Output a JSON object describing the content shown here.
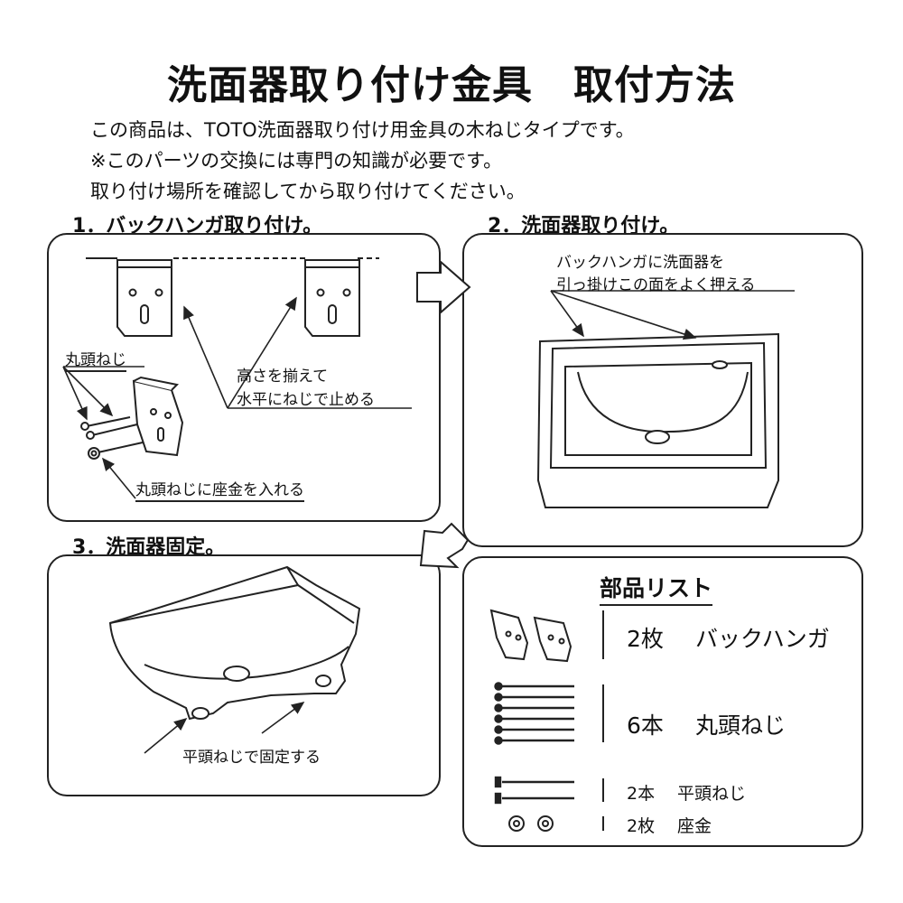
{
  "title": "洗面器取り付け金具　取付方法",
  "intro": [
    "この商品は、TOTO洗面器取り付け用金具の木ねじタイプです。",
    "※このパーツの交換には専門の知識が必要です。",
    "取り付け場所を確認してから取り付けてください。"
  ],
  "steps": {
    "step1": {
      "title": "1．バックハンガ取り付け。",
      "label_screw": "丸頭ねじ",
      "label_level_1": "高さを揃えて",
      "label_level_2": "水平にねじで止める",
      "label_washer": "丸頭ねじに座金を入れる"
    },
    "step2": {
      "title": "2．洗面器取り付け。",
      "label_1": "バックハンガに洗面器を",
      "label_2": "引っ掛けこの面をよく押える"
    },
    "step3": {
      "title": "3．洗面器固定。",
      "label": "平頭ねじで固定する"
    }
  },
  "parts": {
    "title": "部品リスト",
    "items": [
      {
        "qty": "2枚",
        "name": "バックハンガ"
      },
      {
        "qty": "6本",
        "name": "丸頭ねじ"
      },
      {
        "qty": "2本",
        "name": "平頭ねじ"
      },
      {
        "qty": "2枚",
        "name": "座金"
      }
    ]
  }
}
